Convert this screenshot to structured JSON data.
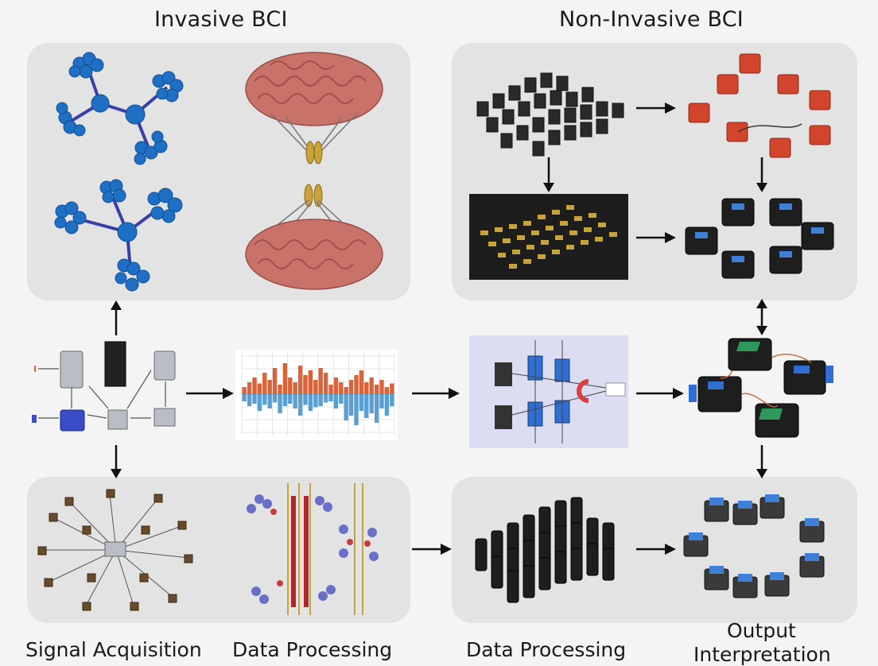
{
  "titles": {
    "left": "Invasive BCI",
    "right": "Non-Invasive BCI"
  },
  "labels": {
    "signal_acquisition": "Signal Acquisition",
    "data_processing_left": "Data Processing",
    "data_processing_right": "Data Processing",
    "output_interpretation_line1": "Output",
    "output_interpretation_line2": "Interpretation"
  },
  "colors": {
    "panel": "#e3e3e3",
    "background": "#f4f4f4",
    "molecule_blue": "#1f6fc4",
    "brain_pink": "#c9726a",
    "electrode_gold": "#c9a23c",
    "chip_black": "#2a2a2a",
    "cube_red": "#d2452c",
    "chart_red": "#d9633a",
    "chart_blue": "#5a9fd4"
  },
  "chart_data": {
    "type": "bar",
    "series": [
      {
        "values": [
          6,
          10,
          14,
          9,
          18,
          12,
          22,
          8,
          26,
          14,
          10,
          24,
          16,
          20,
          12,
          22,
          18,
          8,
          14,
          10,
          6,
          12,
          16,
          20,
          10,
          14,
          8,
          12,
          6,
          9
        ]
      },
      {
        "values": [
          -6,
          -10,
          -8,
          -14,
          -9,
          -12,
          -7,
          -16,
          -10,
          -8,
          -12,
          -18,
          -9,
          -14,
          -11,
          -10,
          -7,
          -6,
          -12,
          -8,
          -22,
          -18,
          -26,
          -14,
          -20,
          -16,
          -24,
          -12,
          -18,
          -10
        ]
      }
    ]
  }
}
